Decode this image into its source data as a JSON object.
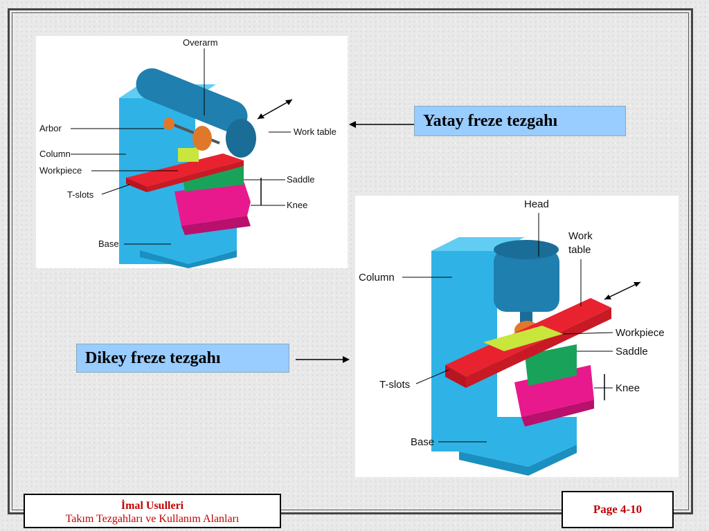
{
  "horizontal_mill": {
    "callout": "Yatay freze tezgahı",
    "labels": {
      "overarm": "Overarm",
      "arbor": "Arbor",
      "column": "Column",
      "workpiece": "Workpiece",
      "tslots": "T-slots",
      "base": "Base",
      "work_table": "Work table",
      "saddle": "Saddle",
      "knee": "Knee"
    }
  },
  "vertical_mill": {
    "callout": "Dikey freze tezgahı",
    "labels": {
      "head": "Head",
      "work_table_1": "Work",
      "work_table_2": "table",
      "column": "Column",
      "workpiece": "Workpiece",
      "saddle": "Saddle",
      "tslots": "T-slots",
      "knee": "Knee",
      "base": "Base"
    }
  },
  "footer": {
    "course_title": "İmal Usulleri",
    "subtitle": "Takım Tezgahları ve Kullanım Alanları",
    "page": "Page 4-10"
  },
  "colors": {
    "column": "#2fb3e6",
    "overarm": "#1f7fae",
    "table": "#e8232f",
    "knee": "#e8198c",
    "saddle": "#19a35a",
    "workpiece": "#c8e63c",
    "cutter": "#e0782a",
    "callout": "#99ccff",
    "footer_text": "#c00000"
  }
}
